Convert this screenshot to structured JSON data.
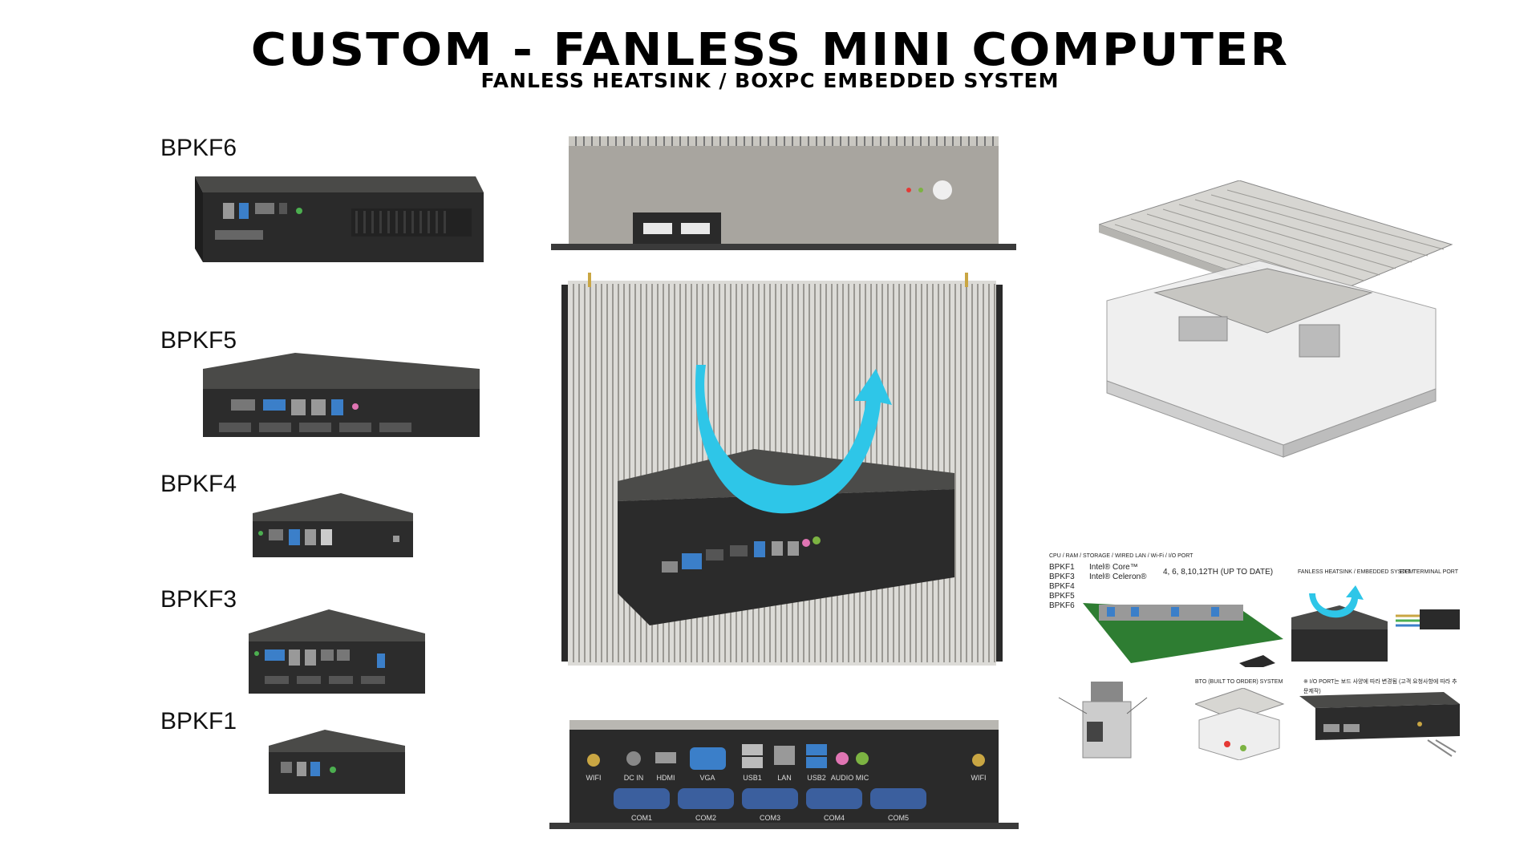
{
  "title": "CUSTOM - FANLESS MINI COMPUTER",
  "subtitle": "FANLESS HEATSINK / BOXPC  EMBEDDED SYSTEM",
  "models": [
    "BPKF6",
    "BPKF5",
    "BPKF4",
    "BPKF3",
    "BPKF1"
  ],
  "rear_panel_ports": [
    "WIFI",
    "DC IN",
    "HDMI",
    "VGA",
    "USB1",
    "LAN",
    "USB2",
    "AUDIO",
    "MIC",
    "WIFI"
  ],
  "rear_panel_com": [
    "COM1",
    "COM2",
    "COM3",
    "COM4",
    "COM5"
  ],
  "info_card": {
    "header": "CPU / RAM / STORAGE / WIRED LAN / Wi-Fi / I/O PORT",
    "models": [
      "BPKF1",
      "BPKF3",
      "BPKF4",
      "BPKF5",
      "BPKF6"
    ],
    "cpu_line1": "Intel® Core™",
    "cpu_line2": "Intel® Celeron®",
    "generations": "4, 6, 8,10,12TH  (UP TO DATE)",
    "heatsink_label": "FANLESS HEATSINK / EMBEDDED SYSTEM",
    "terminal_label": "EXT. TERMINAL PORT",
    "bto_label": "BTO (BUILT TO ORDER) SYSTEM",
    "io_note": "※ I/O PORT는 보드 사양에 따라 변경됨 (고객 요청사항에 따라 추문제작)"
  },
  "colors": {
    "device_dark": "#2b2b2b",
    "aluminum": "#b5b3ae",
    "arrow": "#2ec6e8",
    "heatsink": "#d9d9d6"
  }
}
